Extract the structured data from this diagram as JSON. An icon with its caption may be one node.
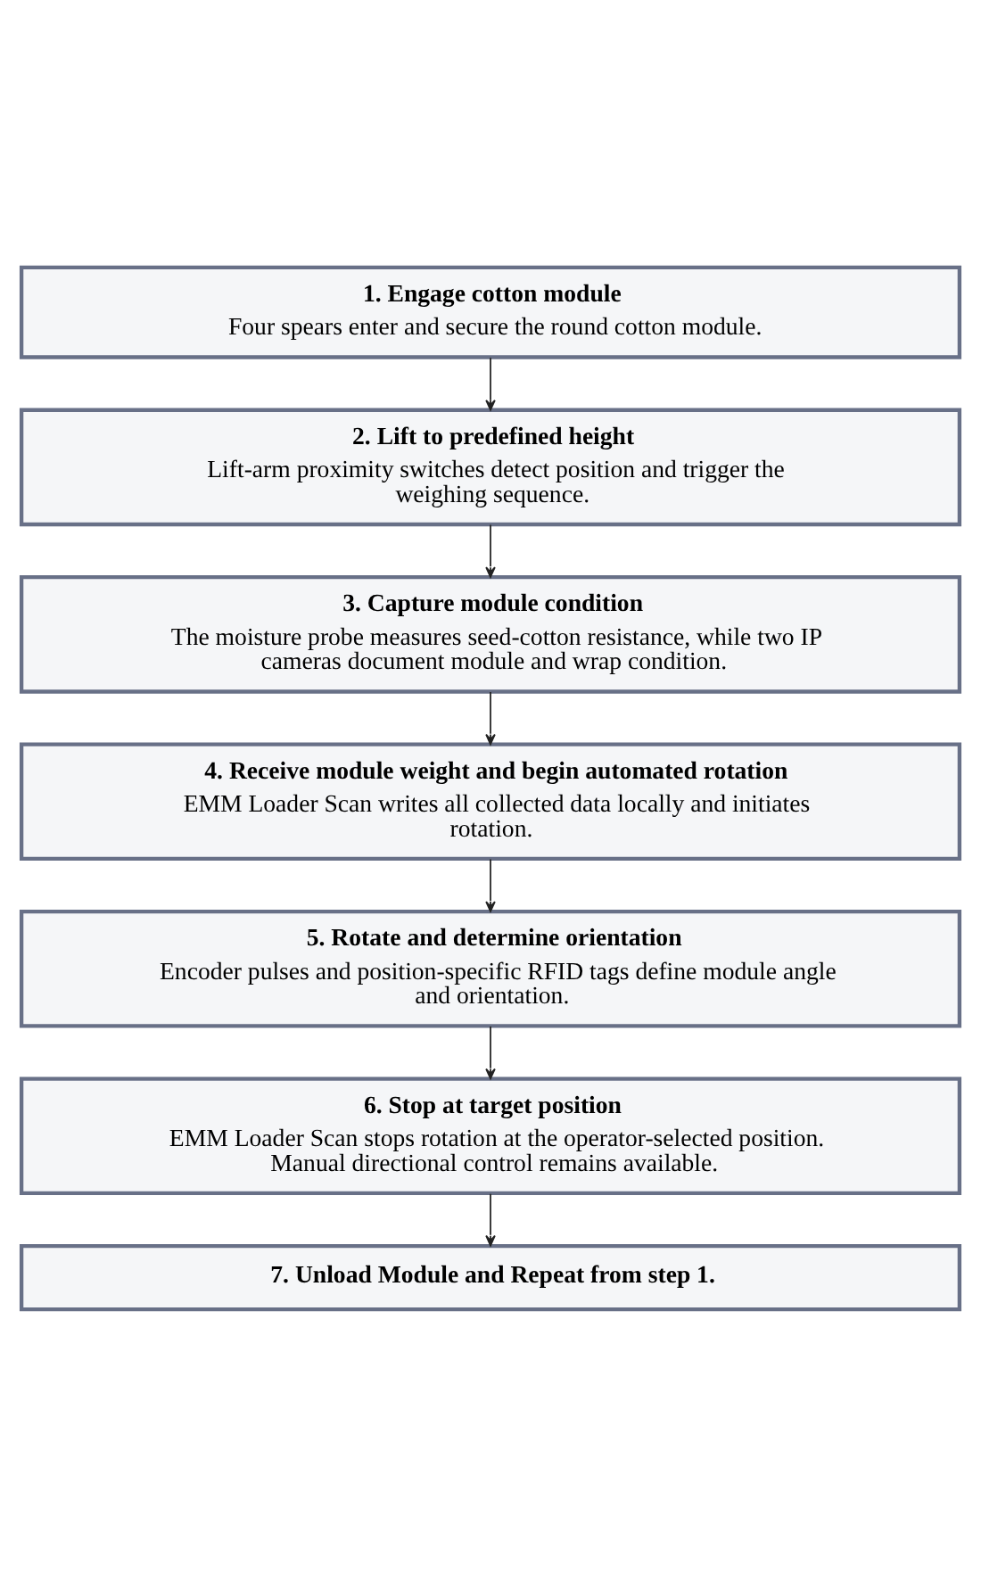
{
  "diagram": {
    "nodes": [
      {
        "text": [
          "1. Engage cotton module",
          "Four spears enter and secure the round cotton module."
        ]
      },
      {
        "text": [
          "2. Lift to predefined height",
          "Lift-arm proximity switches detect position and trigger the weighing sequence."
        ]
      },
      {
        "text": [
          "3. Capture module condition",
          "The moisture probe measures seed-cotton resistance, while two IP cameras document module and wrap condition."
        ]
      },
      {
        "text": [
          "4. Receive module weight and begin automated rotation",
          "EMM Loader Scan writes all collected data locally and initiates rotation."
        ]
      },
      {
        "text": [
          "5. Rotate and determine orientation",
          "Encoder pulses and position-specific RFID tags define module angle and orientation."
        ]
      },
      {
        "text": [
          "6. Stop at target position",
          "EMM Loader Scan stops rotation at the operator-selected position. Manual directional control remains available."
        ]
      },
      {
        "text": [
          "7. Unload Module and Repeat from step 1."
        ]
      }
    ],
    "edges": [
      {
        "from": 0,
        "to": 1,
        "arrow": "to"
      },
      {
        "from": 1,
        "to": 2,
        "arrow": "to"
      },
      {
        "from": 2,
        "to": 3,
        "arrow": "to"
      },
      {
        "from": 3,
        "to": 4,
        "arrow": "to"
      },
      {
        "from": 4,
        "to": 5,
        "arrow": "to"
      },
      {
        "from": 5,
        "to": 6,
        "arrow": "to"
      }
    ]
  }
}
